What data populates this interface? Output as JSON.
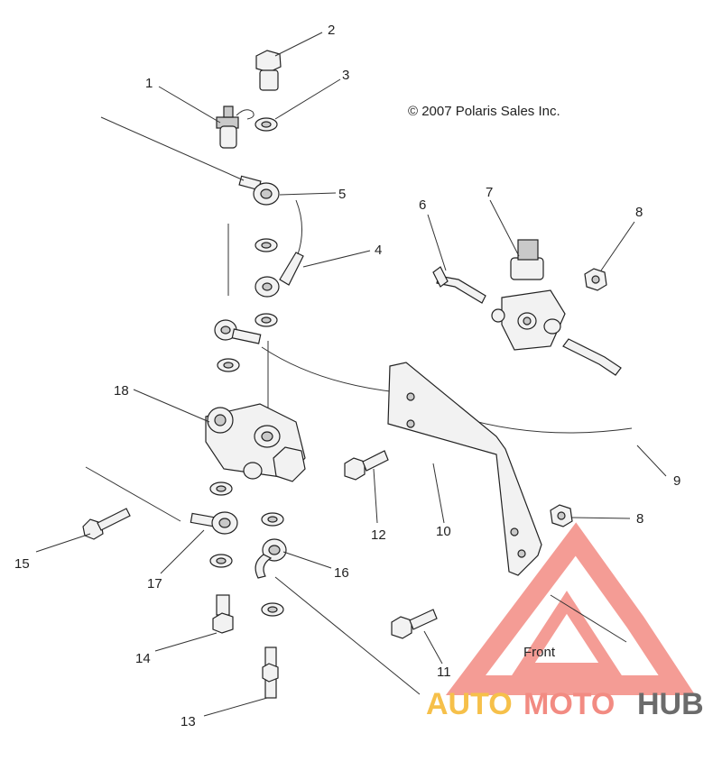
{
  "copyright": "© 2007 Polaris Sales Inc.",
  "callouts": [
    "1",
    "2",
    "3",
    "4",
    "5",
    "6",
    "7",
    "8",
    "8",
    "9",
    "10",
    "11",
    "12",
    "13",
    "14",
    "15",
    "16",
    "17",
    "18"
  ],
  "front_label": "Front",
  "watermark": {
    "auto": "AUTO",
    "moto": "MOTO",
    "hub": "HUB",
    "colors": {
      "auto": "#f6c04a",
      "moto": "#f28b82",
      "hub": "#6b6b6b",
      "triangle": "#f28b82"
    }
  }
}
